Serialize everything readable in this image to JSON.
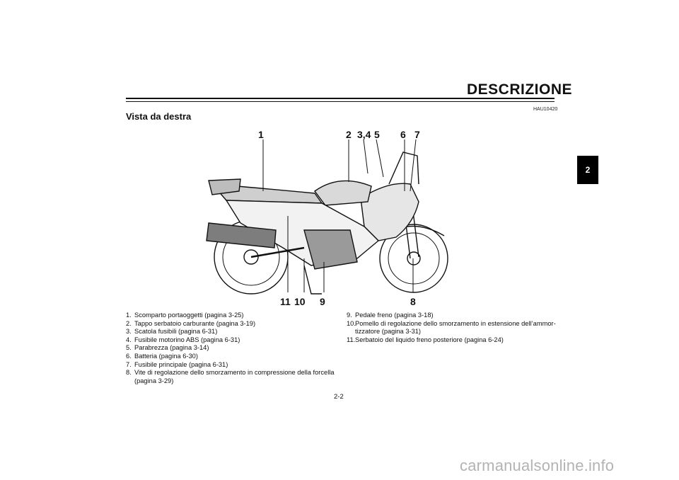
{
  "header": {
    "title": "DESCRIZIONE",
    "code": "HAU10420"
  },
  "section": {
    "title": "Vista da destra"
  },
  "chapter_tab": "2",
  "callouts": {
    "c1": "1",
    "c2": "2",
    "c34": "3,4",
    "c5": "5",
    "c6": "6",
    "c7": "7",
    "c11": "11",
    "c10": "10",
    "c9": "9",
    "c8": "8"
  },
  "legend_left": [
    {
      "num": "1.",
      "text": "Scomparto portaoggetti (pagina 3-25)"
    },
    {
      "num": "2.",
      "text": "Tappo serbatoio carburante (pagina 3-19)"
    },
    {
      "num": "3.",
      "text": "Scatola fusibili (pagina 6-31)"
    },
    {
      "num": "4.",
      "text": "Fusibile motorino ABS (pagina 6-31)"
    },
    {
      "num": "5.",
      "text": "Parabrezza (pagina 3-14)"
    },
    {
      "num": "6.",
      "text": "Batteria (pagina 6-30)"
    },
    {
      "num": "7.",
      "text": "Fusibile principale (pagina 6-31)"
    },
    {
      "num": "8.",
      "text": "Vite di regolazione dello smorzamento in compressione della forcella (pagina 3-29)"
    }
  ],
  "legend_right": [
    {
      "num": "9.",
      "text": "Pedale freno (pagina 3-18)"
    },
    {
      "num": "10.",
      "text": "Pomello di regolazione dello smorzamento in estensione dell’ammor-tizzatore (pagina 3-31)"
    },
    {
      "num": "11.",
      "text": "Serbatoio del liquido freno posteriore (pagina 6-24)"
    }
  ],
  "page_number": "2-2",
  "watermark": "carmanualsonline.info"
}
